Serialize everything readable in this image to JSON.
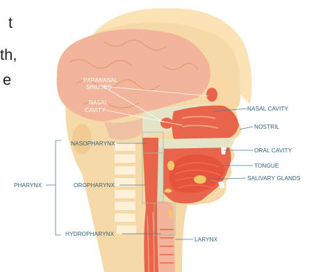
{
  "page_text": {
    "line1": "t",
    "line2": "th,",
    "line3": "e"
  },
  "labels": {
    "paranasal_sinuses": [
      "PARANASAL",
      "SINUSES"
    ],
    "nasal_cavity_inner": [
      "NASAL",
      "CAVITY"
    ],
    "nasal_cavity": "NASAL CAVITY",
    "nostril": "NOSTRIL",
    "nasopharynx": "NASOPHARYNX",
    "oral_cavity": "ORAL CAVITY",
    "tongue": "TONGUE",
    "pharynx": "PHARYNX",
    "oropharynx": "OROPHARYNX",
    "salivary_glands": "SALIVARY GLANDS",
    "hydropharynx": "HYDROPHARYNX",
    "larynx": "LARYNX"
  },
  "colors": {
    "skin": "#f6d9a8",
    "hair": "#fbe3b6",
    "brain": "#f2b59b",
    "tissue": "#e8644a",
    "airway": "#d8e0c6",
    "label": "#2f5e7d"
  }
}
